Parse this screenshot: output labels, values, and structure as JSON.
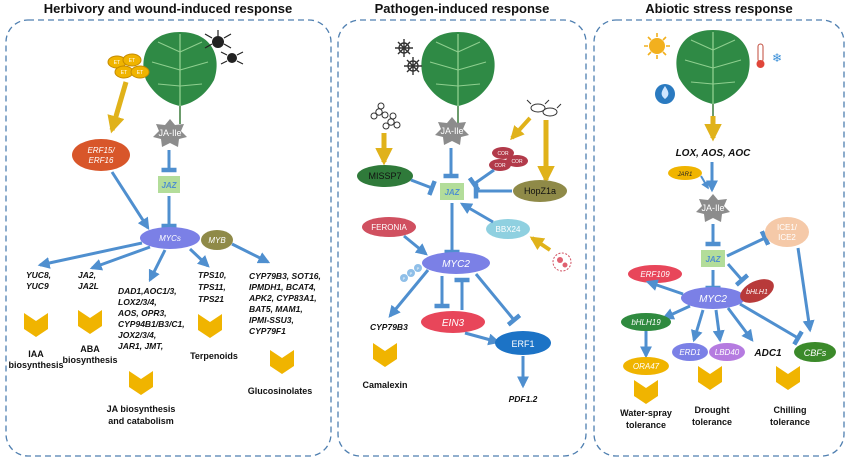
{
  "panels": {
    "herbivory": {
      "title": "Herbivory and wound-induced response",
      "et": "ET",
      "erf": [
        "ERF15/",
        "ERF16"
      ],
      "jaile": "JA-Ile",
      "jaz": "JAZ",
      "mycs": "MYCs",
      "myb": "MYB",
      "g1": [
        "YUC8,",
        "YUC9"
      ],
      "g2": [
        "JA2,",
        "JA2L"
      ],
      "g3": [
        "DAD1,AOC1/3,",
        "LOX2/3/4,",
        "AOS, OPR3,",
        "CYP94B1/B3/C1,",
        "JOX2/3/4,",
        "JAR1, JMT,"
      ],
      "g4": [
        "TPS10,",
        "TPS11,",
        "TPS21"
      ],
      "g5": [
        "CYP79B3, SOT16,",
        "IPMDH1, BCAT4,",
        "APK2, CYP83A1,",
        "BAT5, MAM1,",
        "IPMI-SSU3,",
        "CYP79F1"
      ],
      "o1": [
        "IAA",
        "biosynthesis"
      ],
      "o2": [
        "ABA",
        "biosynthesis"
      ],
      "o3": [
        "JA biosynthesis",
        "and catabolism"
      ],
      "o4": "Terpenoids",
      "o5": "Glucosinolates"
    },
    "pathogen": {
      "title": "Pathogen-induced response",
      "jaile": "JA-Ile",
      "missp7": "MISSP7",
      "cor": "COR",
      "hopz1a": "HopZ1a",
      "jaz": "JAZ",
      "feronia": "FERONIA",
      "bbx24": "BBX24",
      "p": "P",
      "myc2": "MYC2",
      "ein3": "EIN3",
      "erf1": "ERF1",
      "cyp79b3": "CYP79B3",
      "pdf12": "PDF1.2",
      "camalexin": "Camalexin"
    },
    "abiotic": {
      "title": "Abiotic stress response",
      "lox": "LOX, AOS, AOC",
      "jar1": "JAR1",
      "jaile": "JA-Ile",
      "jaz": "JAZ",
      "ice": [
        "ICE1/",
        "ICE2"
      ],
      "erf109": "ERF109",
      "myc2": "MYC2",
      "bhlh1": "bHLH1",
      "bhlh19": "bHLH19",
      "ora47": "ORA47",
      "erd1": "ERD1",
      "lbd40": "LBD40",
      "adc1": "ADC1",
      "cbfs": "CBFs",
      "o1": [
        "Water-spray",
        "tolerance"
      ],
      "o2": [
        "Drought",
        "tolerance"
      ],
      "o3": [
        "Chilling",
        "tolerance"
      ]
    }
  },
  "colors": {
    "arrow": "#4f8fcf",
    "gold": "#e0b21a",
    "leaf": "#2f8a45",
    "jaz": "#b3dd9a",
    "myc": "#7b80e6",
    "erf": "#d8562a",
    "ein": "#e8465a",
    "erf1": "#1c73c6",
    "olive": "#7f8f36",
    "green": "#2f8a3f"
  }
}
